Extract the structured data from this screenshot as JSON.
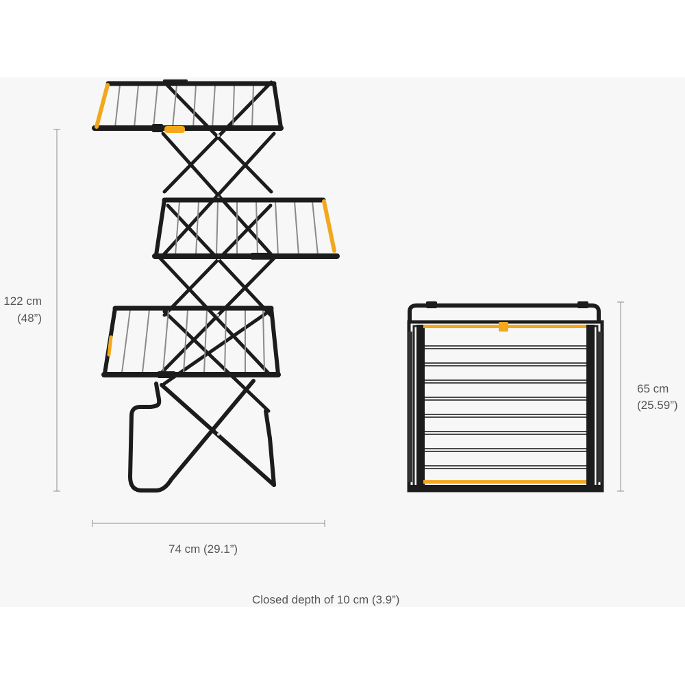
{
  "dimensions": {
    "height_cm": "122 cm",
    "height_in": "(48”)",
    "width": "74 cm (29.1”)",
    "folded_height_cm": "65 cm",
    "folded_height_in": "(25.59”)",
    "closed_depth": "Closed depth of 10 cm (3.9”)"
  },
  "colors": {
    "frame": "#1c1c1c",
    "accent": "#f2a81d",
    "rail": "#8a8a8a",
    "dimension_line": "#8c8c8c",
    "background": "#f7f7f7"
  }
}
